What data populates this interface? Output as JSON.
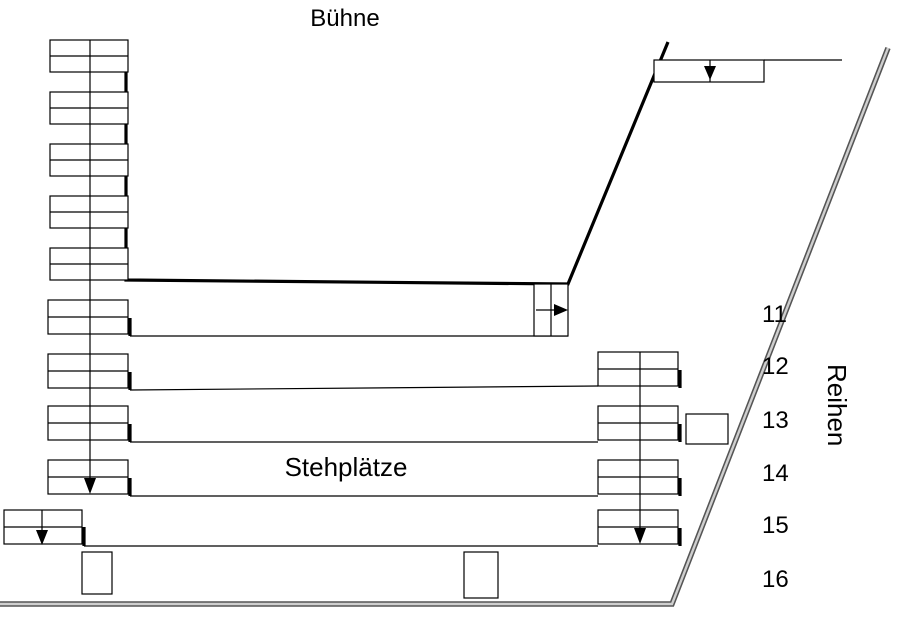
{
  "labels": {
    "stage": "Bühne",
    "standing": "Stehplätze",
    "rows_axis": "Reihen"
  },
  "rows": [
    "11",
    "12",
    "13",
    "14",
    "15",
    "16"
  ],
  "colors": {
    "line": "#000000",
    "wall": "#555555",
    "wall_highlight": "#cfcfcf",
    "background": "#ffffff"
  }
}
